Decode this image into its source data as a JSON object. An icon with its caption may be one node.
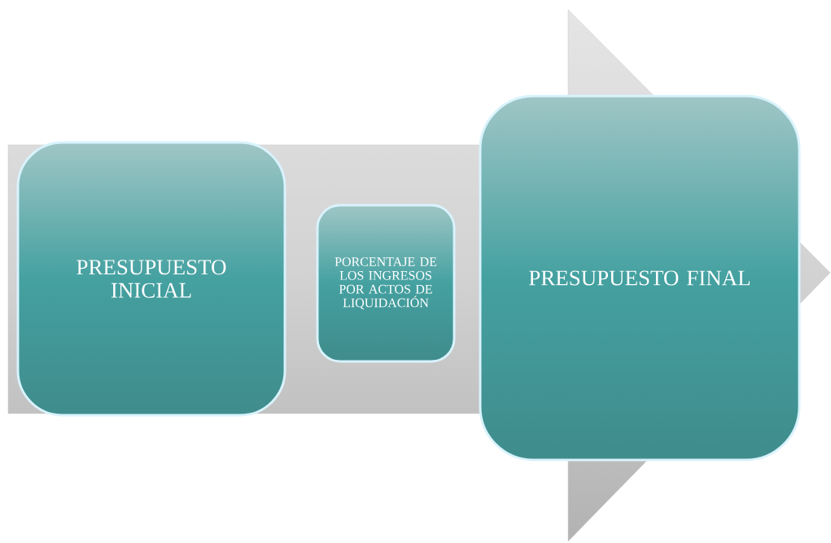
{
  "diagram": {
    "nodes": [
      {
        "text": [
          "PRESUPUESTO INICIAL"
        ]
      },
      {
        "text": [
          "PORCENTAJE DE LOS INGRESOS POR ACTOS DE LIQUIDACIÓN"
        ]
      },
      {
        "text": [
          "PRESUPUESTO FINAL"
        ]
      }
    ]
  }
}
